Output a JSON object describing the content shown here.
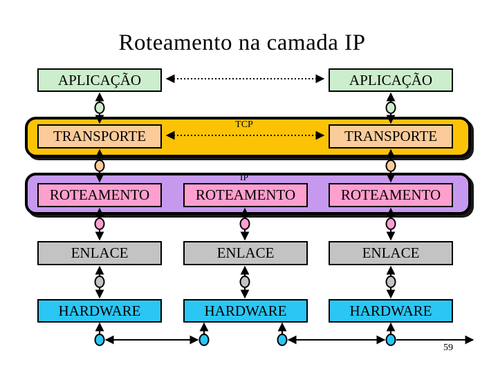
{
  "slide": {
    "title": "Roteamento na camada IP",
    "page_number": "59",
    "background_color": "#FFFFFF"
  },
  "layers": {
    "application": {
      "label": "APLICAÇÃO",
      "fill": "#CCEECC",
      "instances": 2
    },
    "transport": {
      "label": "TRANSPORTE",
      "fill": "#FBCC99",
      "band_fill": "#FCC306",
      "protocol_label": "TCP",
      "instances": 2
    },
    "routing": {
      "label": "ROTEAMENTO",
      "fill": "#FF9FCF",
      "band_fill": "#C699EE",
      "protocol_label": "IP",
      "instances": 3
    },
    "link": {
      "label": "ENLACE",
      "fill": "#C3C3C3",
      "instances": 3
    },
    "hardware": {
      "label": "HARDWARE",
      "fill": "#2BC6F4",
      "instances": 3
    }
  },
  "diagram": {
    "columns": [
      "left-host",
      "middle-router",
      "right-host"
    ],
    "horizontal_links": [
      {
        "between": "application-left / application-right",
        "style": "dotted",
        "label": ""
      },
      {
        "between": "transport-left / transport-right",
        "style": "dotted",
        "label": "TCP"
      },
      {
        "between": "hardware-left / hardware-middle",
        "style": "solid",
        "label": ""
      },
      {
        "between": "hardware-middle / hardware-right",
        "style": "solid",
        "label": ""
      },
      {
        "between": "hardware-right / network (off-slide right)",
        "style": "solid",
        "label": ""
      }
    ],
    "node_colors": {
      "application_transport": "#CCEECC",
      "transport_routing": "#FBCC99",
      "routing_link": "#FF9FCF",
      "link_hardware": "#C3C3C3",
      "hardware_network": "#2BC6F4"
    }
  }
}
